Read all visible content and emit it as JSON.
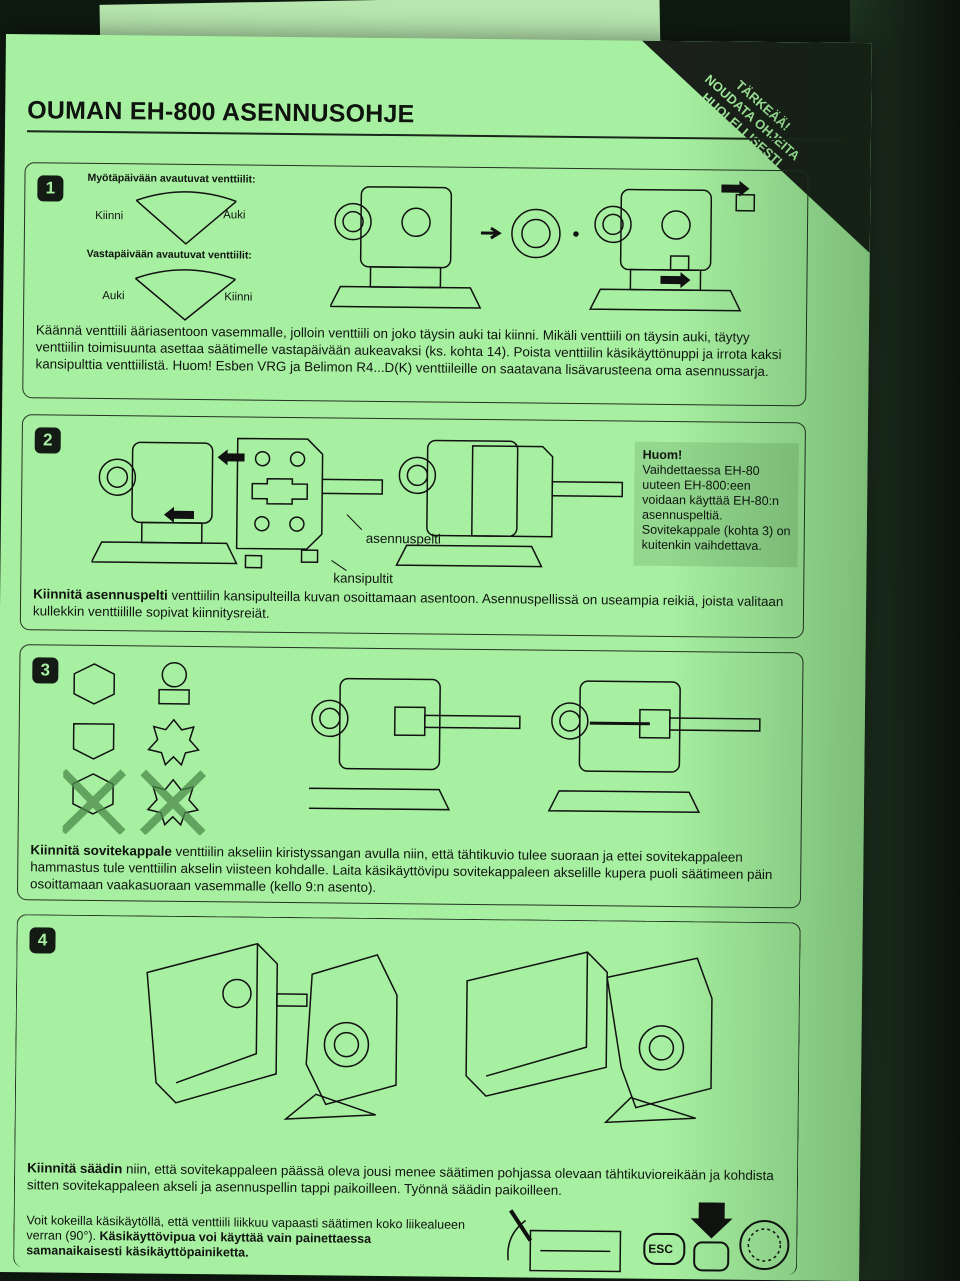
{
  "document": {
    "title": "OUMAN EH-800 ASENNUSOHJE",
    "corner_banner": [
      "TÄRKEÄÄ!",
      "NOUDATA OHJEITA",
      "HUOLELLISESTI"
    ]
  },
  "step1": {
    "number": "1",
    "cw_heading": "Myötäpäivään avautuvat venttiilit:",
    "cw_left": "Kiinni",
    "cw_right": "Auki",
    "ccw_heading": "Vastapäivään avautuvat venttiilit:",
    "ccw_left": "Auki",
    "ccw_right": "Kiinni",
    "text": "Käännä venttiili ääriasentoon vasemmalle, jolloin venttiili on joko täysin auki tai kiinni. Mikäli venttiili on täysin auki, täytyy venttiilin toimisuunta asettaa säätimelle vastapäivään aukeavaksi (ks. kohta 14). Poista venttiilin käsikäyttönuppi ja irrota kaksi kansipulttia venttiilistä. Huom! Esben VRG ja Belimon R4...D(K) venttiileille on saatavana lisävarusteena oma asennussarja."
  },
  "step2": {
    "number": "2",
    "label_plate": "asennuspelti",
    "label_bolts": "kansipultit",
    "note_title": "Huom!",
    "note_text": "Vaihdettaessa EH-80 uuteen EH-800:een voidaan käyttää EH-80:n asennuspeltiä. Sovitekappale (kohta 3) on kuitenkin vaihdettava.",
    "text_bold": "Kiinnitä asennuspelti",
    "text": " venttiilin kansipulteilla kuvan osoittamaan asentoon. Asennuspellissä on useampia reikiä, joista valitaan kullekkin venttiilille sopivat kiinnitysreiät."
  },
  "step3": {
    "number": "3",
    "text_bold": "Kiinnitä sovitekappale",
    "text": " venttiilin akseliin kiristyssangan avulla niin, että tähtikuvio tulee suoraan ja ettei sovitekappaleen hammastus tule venttiilin akselin viisteen kohdalle. Laita käsikäyttövipu sovitekappaleen akselille kupera puoli säätimeen päin osoittamaan vaakasuoraan vasemmalle (kello 9:n asento)."
  },
  "step4": {
    "number": "4",
    "text_bold": "Kiinnitä säädin",
    "text": " niin, että sovitekappaleen päässä oleva jousi menee säätimen pohjassa olevaan tähtikuvioreikään ja kohdista sitten sovitekappaleen akseli ja asennuspellin tappi paikoilleen. Työnnä säädin paikoilleen.",
    "text2": "Voit kokeilla käsikäytöllä, että venttiili liikkuu vapaasti säätimen koko liikealueen verran (90°). ",
    "text2_bold": "Käsikäyttövipua voi käyttää vain painettaessa samanaikaisesti käsikäyttöpainiketta.",
    "esc_label": "ESC"
  },
  "colors": {
    "paper": "#a7f0a1",
    "ink": "#0f140f",
    "note_bg": "#93d88e"
  }
}
